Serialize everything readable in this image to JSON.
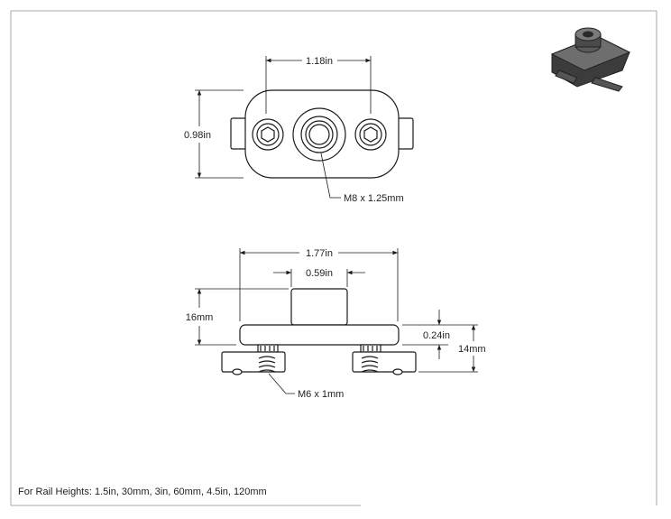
{
  "top_view": {
    "width_label": "1.18in",
    "height_label": "0.98in",
    "thread_label": "M8 x 1.25mm"
  },
  "side_view": {
    "overall_width_label": "1.77in",
    "boss_width_label": "0.59in",
    "overall_height_label": "16mm",
    "plate_thickness_label": "0.24in",
    "rail_height_label": "14mm",
    "screw_label": "M6 x 1mm"
  },
  "footer": {
    "rail_heights_note": "For Rail Heights: 1.5in, 30mm, 3in, 60mm, 4.5in, 120mm"
  },
  "colors": {
    "line": "#1a1a1a",
    "part_fill": "#ffffff",
    "frame": "#aaaaaa",
    "preview_body": "#3c3c3c",
    "preview_top": "#6e6e6e"
  }
}
